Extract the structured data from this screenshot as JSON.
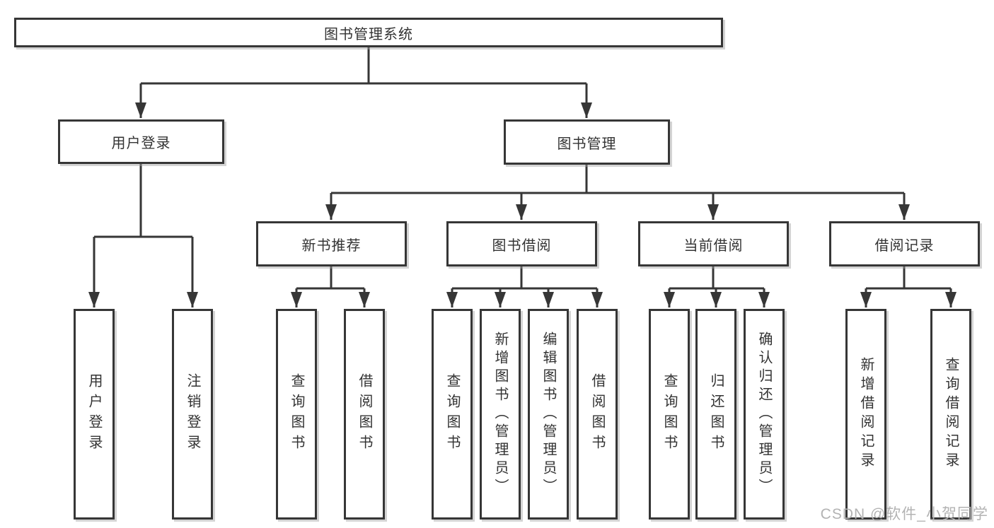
{
  "diagram": {
    "type": "hierarchy-tree",
    "colors": {
      "line": "#363636",
      "box_border": "#363636",
      "box_fill": "#ffffff",
      "text": "#333333",
      "watermark": "#b3b3b3"
    },
    "root": {
      "label": "图书管理系统"
    },
    "branches": {
      "user_login": {
        "label": "用户登录",
        "children": [
          {
            "label": "用户登录"
          },
          {
            "label": "注销登录"
          }
        ]
      },
      "book_mgmt": {
        "label": "图书管理",
        "sections": [
          {
            "label": "新书推荐",
            "children": [
              {
                "label": "查询图书"
              },
              {
                "label": "借阅图书"
              }
            ]
          },
          {
            "label": "图书借阅",
            "children": [
              {
                "label": "查询图书"
              },
              {
                "label": "新增图书（管理员）"
              },
              {
                "label": "编辑图书（管理员）"
              },
              {
                "label": "借阅图书"
              }
            ]
          },
          {
            "label": "当前借阅",
            "children": [
              {
                "label": "查询图书"
              },
              {
                "label": "归还图书"
              },
              {
                "label": "确认归还（管理员）"
              }
            ]
          },
          {
            "label": "借阅记录",
            "children": [
              {
                "label": "新增借阅记录"
              },
              {
                "label": "查询借阅记录"
              }
            ]
          }
        ]
      }
    },
    "watermark": "CSDN @软件_小贺同学"
  }
}
